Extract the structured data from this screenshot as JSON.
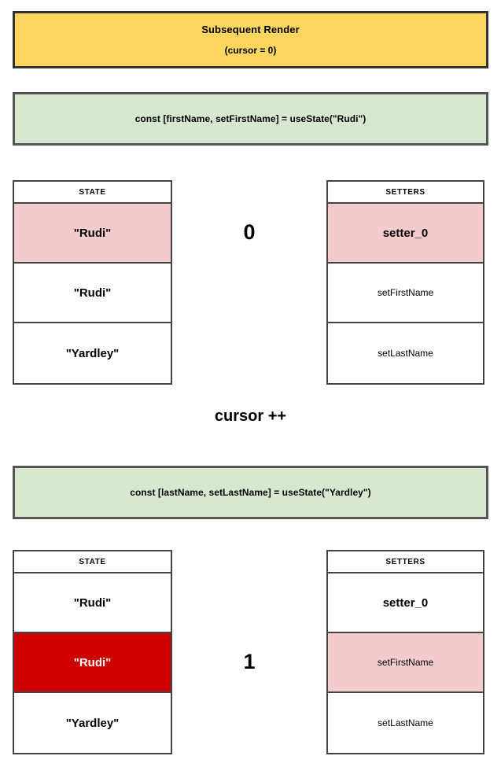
{
  "banner": {
    "title": "Subsequent Render",
    "subtitle": "(cursor = 0)",
    "bg_color": "#fcd65f",
    "border_color": "#333333"
  },
  "cursor_label": "cursor ++",
  "colors": {
    "code_bg": "#d8e8d0",
    "highlight_pink": "#f4cbcc",
    "highlight_red": "#cf0000",
    "border": "#444444",
    "text": "#000000",
    "text_inverse": "#ffffff"
  },
  "sections": [
    {
      "code": "const [firstName, setFirstName] = useState(\"Rudi\")",
      "cursor_value": "0",
      "cursor_row_index": 0,
      "state": {
        "header": "STATE",
        "cells": [
          {
            "label": "\"Rudi\"",
            "highlight": "pink",
            "emphasis": "strong"
          },
          {
            "label": "\"Rudi\"",
            "highlight": "none",
            "emphasis": "strong"
          },
          {
            "label": "\"Yardley\"",
            "highlight": "none",
            "emphasis": "strong"
          }
        ]
      },
      "setters": {
        "header": "SETTERS",
        "cells": [
          {
            "label": "setter_0",
            "highlight": "pink",
            "emphasis": "strong"
          },
          {
            "label": "setFirstName",
            "highlight": "none",
            "emphasis": "normal"
          },
          {
            "label": "setLastName",
            "highlight": "none",
            "emphasis": "normal"
          }
        ]
      }
    },
    {
      "code": "const [lastName, setLastName] = useState(\"Yardley\")",
      "cursor_value": "1",
      "cursor_row_index": 1,
      "state": {
        "header": "STATE",
        "cells": [
          {
            "label": "\"Rudi\"",
            "highlight": "none",
            "emphasis": "strong"
          },
          {
            "label": "\"Rudi\"",
            "highlight": "red",
            "emphasis": "strong"
          },
          {
            "label": "\"Yardley\"",
            "highlight": "none",
            "emphasis": "strong"
          }
        ]
      },
      "setters": {
        "header": "SETTERS",
        "cells": [
          {
            "label": "setter_0",
            "highlight": "none",
            "emphasis": "strong"
          },
          {
            "label": "setFirstName",
            "highlight": "pink",
            "emphasis": "normal"
          },
          {
            "label": "setLastName",
            "highlight": "none",
            "emphasis": "normal"
          }
        ]
      }
    }
  ]
}
